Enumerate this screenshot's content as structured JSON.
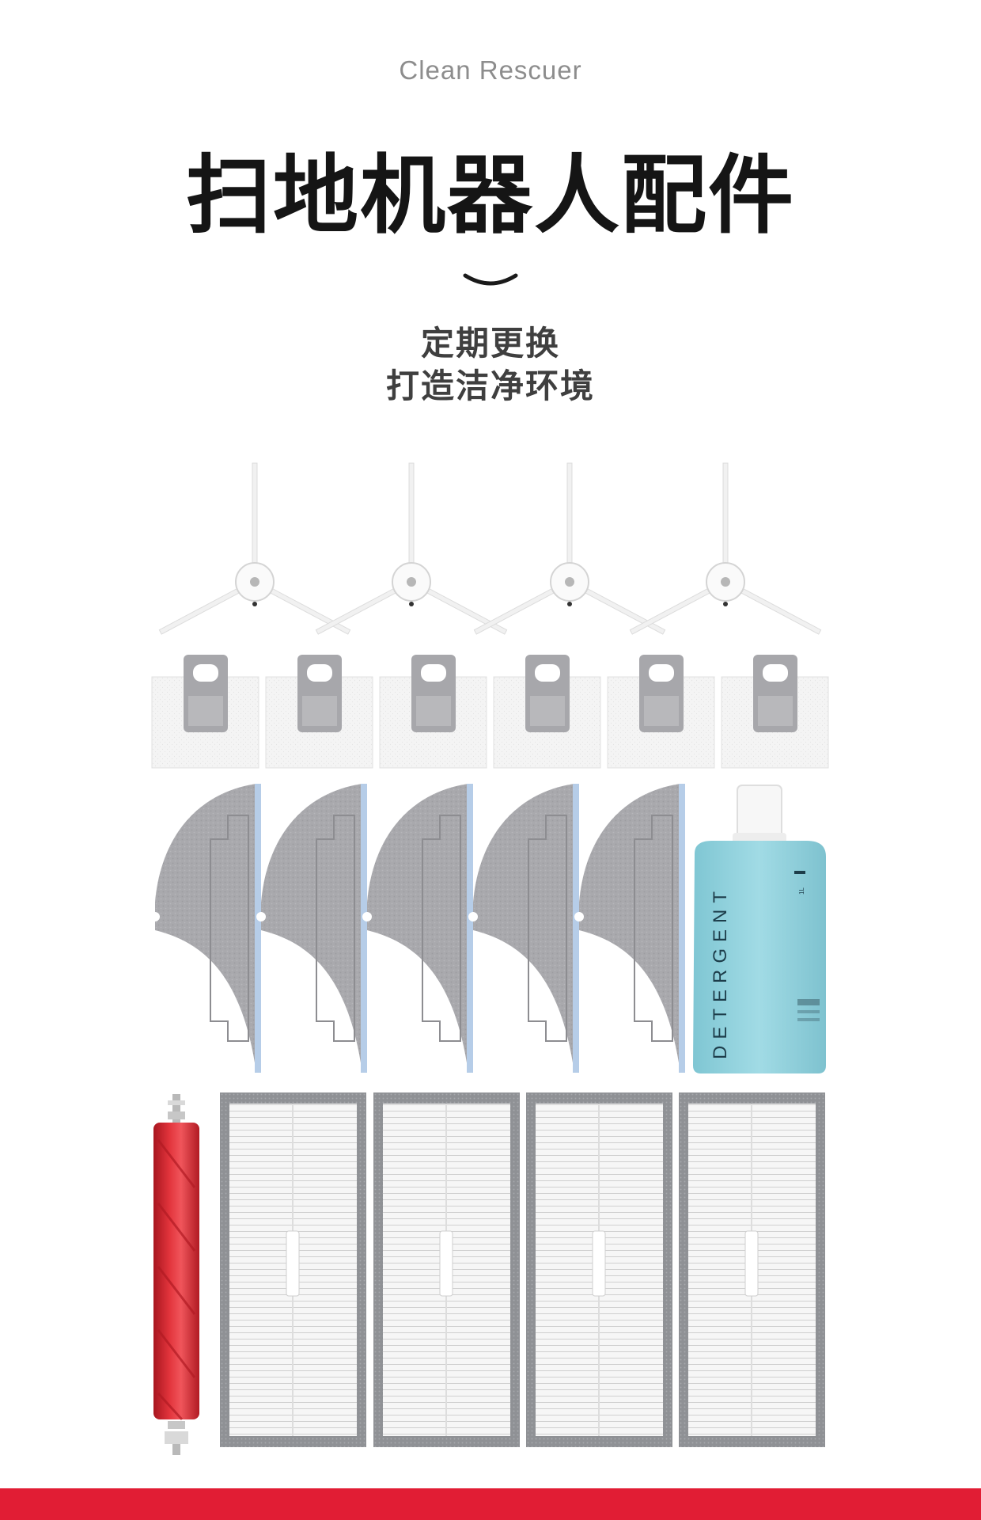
{
  "header": {
    "brand": "Clean Rescuer",
    "title": "扫地机器人配件",
    "subtitle_line1": "定期更换",
    "subtitle_line2": "打造洁净环境"
  },
  "products": {
    "side_brush_count": 4,
    "dust_bag_count": 6,
    "mop_pad_count": 5,
    "filter_count": 4,
    "detergent": {
      "label": "DETERGENT",
      "volume": "1L"
    }
  },
  "colors": {
    "title": "#151515",
    "brand": "#8d8d8d",
    "subtitle": "#3f3f3f",
    "accent_bar": "#e11d34",
    "roller": "#d62b33",
    "detergent_liquid": "#8fd2de",
    "mop": "#a4a4a8",
    "filter_frame": "#8a8c90"
  }
}
